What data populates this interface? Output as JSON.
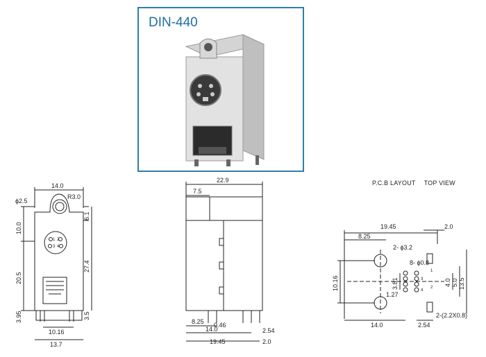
{
  "model": "DIN-440",
  "pcb_title": {
    "layout": "P.C.B LAYOUT",
    "view": "TOP VIEW"
  },
  "front_view": {
    "width": "14.0",
    "radius": "R3.0",
    "hole": "ϕ2.5",
    "height_top": "6.1",
    "height_socket": "10.0",
    "height_lower": "20.5",
    "height_total": "27.4",
    "foot_left": "3.95",
    "foot_right": "3.5",
    "pin_pitch": "10.16",
    "base_width": "13.7",
    "pins": [
      "1",
      "2",
      "3",
      "4"
    ]
  },
  "side_view": {
    "depth": "22.9",
    "shield_depth": "7.5",
    "pin_offset": "8.25",
    "pin_dia": "0.46",
    "body_depth": "14.0",
    "pin_span": "2.54",
    "overall": "19.45",
    "tail": "2.0"
  },
  "pcb_layout": {
    "overall": "19.45",
    "edge": "2.0",
    "pin_offset": "8.25",
    "big_holes": "2- ϕ3.2",
    "small_holes": "8- ϕ0.8",
    "row_spacing": "10.16",
    "pitch_a": "3.81",
    "pitch_b": "1.27",
    "pitch_c": "4.0",
    "pitch_d": "5.0",
    "height": "13.5",
    "slots": "2-(2.2X0.8)",
    "base_width": "14.0",
    "base_pitch": "2.54",
    "pins": [
      "1",
      "2",
      "3",
      "4"
    ]
  },
  "colors": {
    "frame": "#2e7ea8",
    "title": "#1f6fa0",
    "line": "#222222"
  }
}
